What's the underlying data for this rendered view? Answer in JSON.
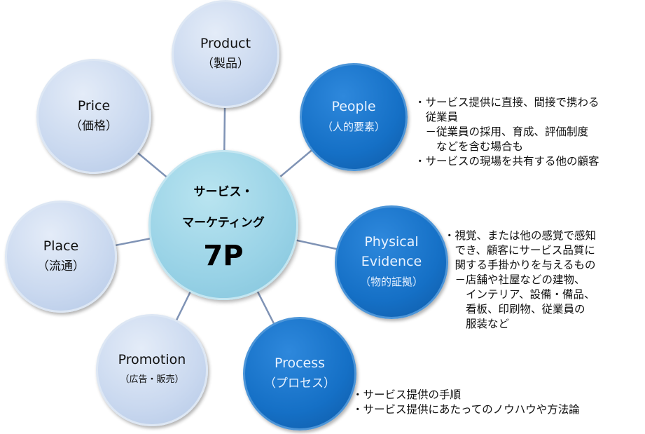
{
  "center": {
    "line1": "サービス・",
    "line2": "マーケティング",
    "line3": "7P"
  },
  "nodes": {
    "product": {
      "title": "Product",
      "sub": "（製品）"
    },
    "price": {
      "title": "Price",
      "sub": "（価格）"
    },
    "place": {
      "title": "Place",
      "sub": "（流通）"
    },
    "promotion": {
      "title": "Promotion",
      "sub": "（広告・販売）"
    },
    "people": {
      "title": "People",
      "sub": "（人的要素）"
    },
    "physical": {
      "title1": "Physical",
      "title2": "Evidence",
      "sub": "（物的証拠）"
    },
    "process": {
      "title": "Process",
      "sub": "（プロセス）"
    }
  },
  "notes": {
    "people": [
      "・サービス提供に直接、間接で携わる",
      "　従業員",
      "　－従業員の採用、育成、評価制度",
      "　　などを含む場合も",
      "・サービスの現場を共有する他の顧客"
    ],
    "physical": [
      "・視覚、または他の感覚で感知",
      "　でき、顧客にサービス品質に",
      "　関する手掛かりを与えるもの",
      "　－店舗や社屋などの建物、",
      "　　インテリア、設備・備品、",
      "　　看板、印刷物、従業員の",
      "　　服装など"
    ],
    "process": [
      "・サービス提供の手順",
      "・サービス提供にあたってのノウハウや方法論"
    ]
  },
  "colors": {
    "light": "#c9d8ef",
    "dark": "#1570c6",
    "center": "#98d2e6",
    "connector": "#7f93b5"
  }
}
